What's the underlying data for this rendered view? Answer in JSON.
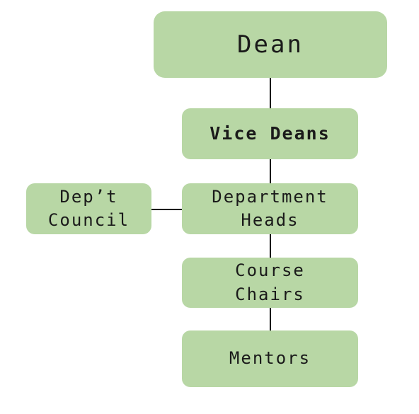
{
  "colors": {
    "node_fill": "#b8d7a5",
    "connector": "#000000",
    "text": "#1a1a1a"
  },
  "nodes": {
    "dean": "Dean",
    "vice_deans": "Vice Deans",
    "department_heads": "Department\nHeads",
    "depts_council": "Dep’t\nCouncil",
    "course_chairs": "Course\nChairs",
    "mentors": "Mentors"
  },
  "edges": [
    {
      "from": "dean",
      "to": "vice_deans"
    },
    {
      "from": "vice_deans",
      "to": "department_heads"
    },
    {
      "from": "depts_council",
      "to": "department_heads"
    },
    {
      "from": "department_heads",
      "to": "course_chairs"
    },
    {
      "from": "course_chairs",
      "to": "mentors"
    }
  ]
}
